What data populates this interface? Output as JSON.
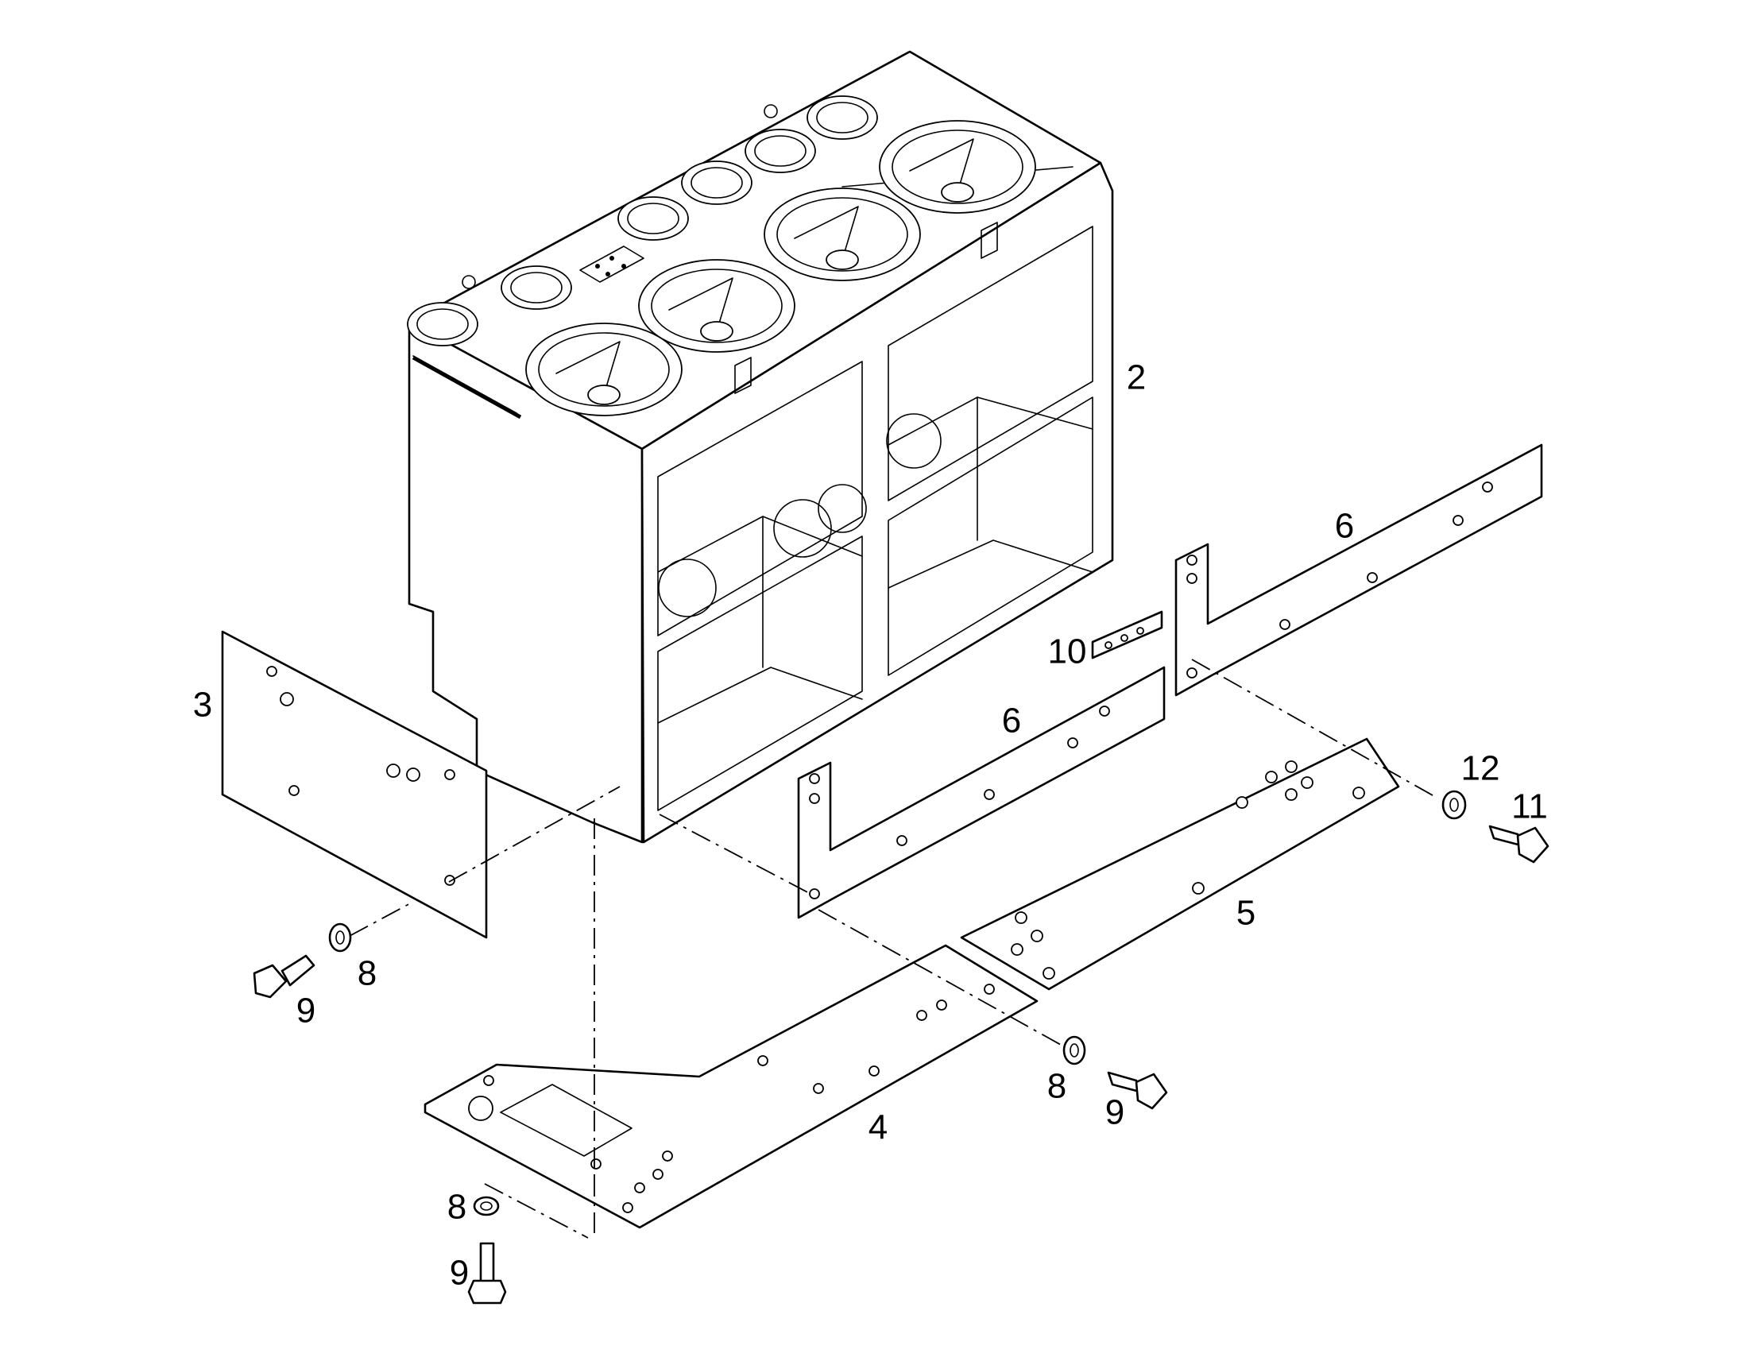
{
  "diagram": {
    "callouts": {
      "c2": "2",
      "c3": "3",
      "c4": "4",
      "c5": "5",
      "c6a": "6",
      "c6b": "6",
      "c8a": "8",
      "c8b": "8",
      "c8c": "8",
      "c9a": "9",
      "c9b": "9",
      "c9c": "9",
      "c10": "10",
      "c11": "11",
      "c12": "12"
    }
  }
}
